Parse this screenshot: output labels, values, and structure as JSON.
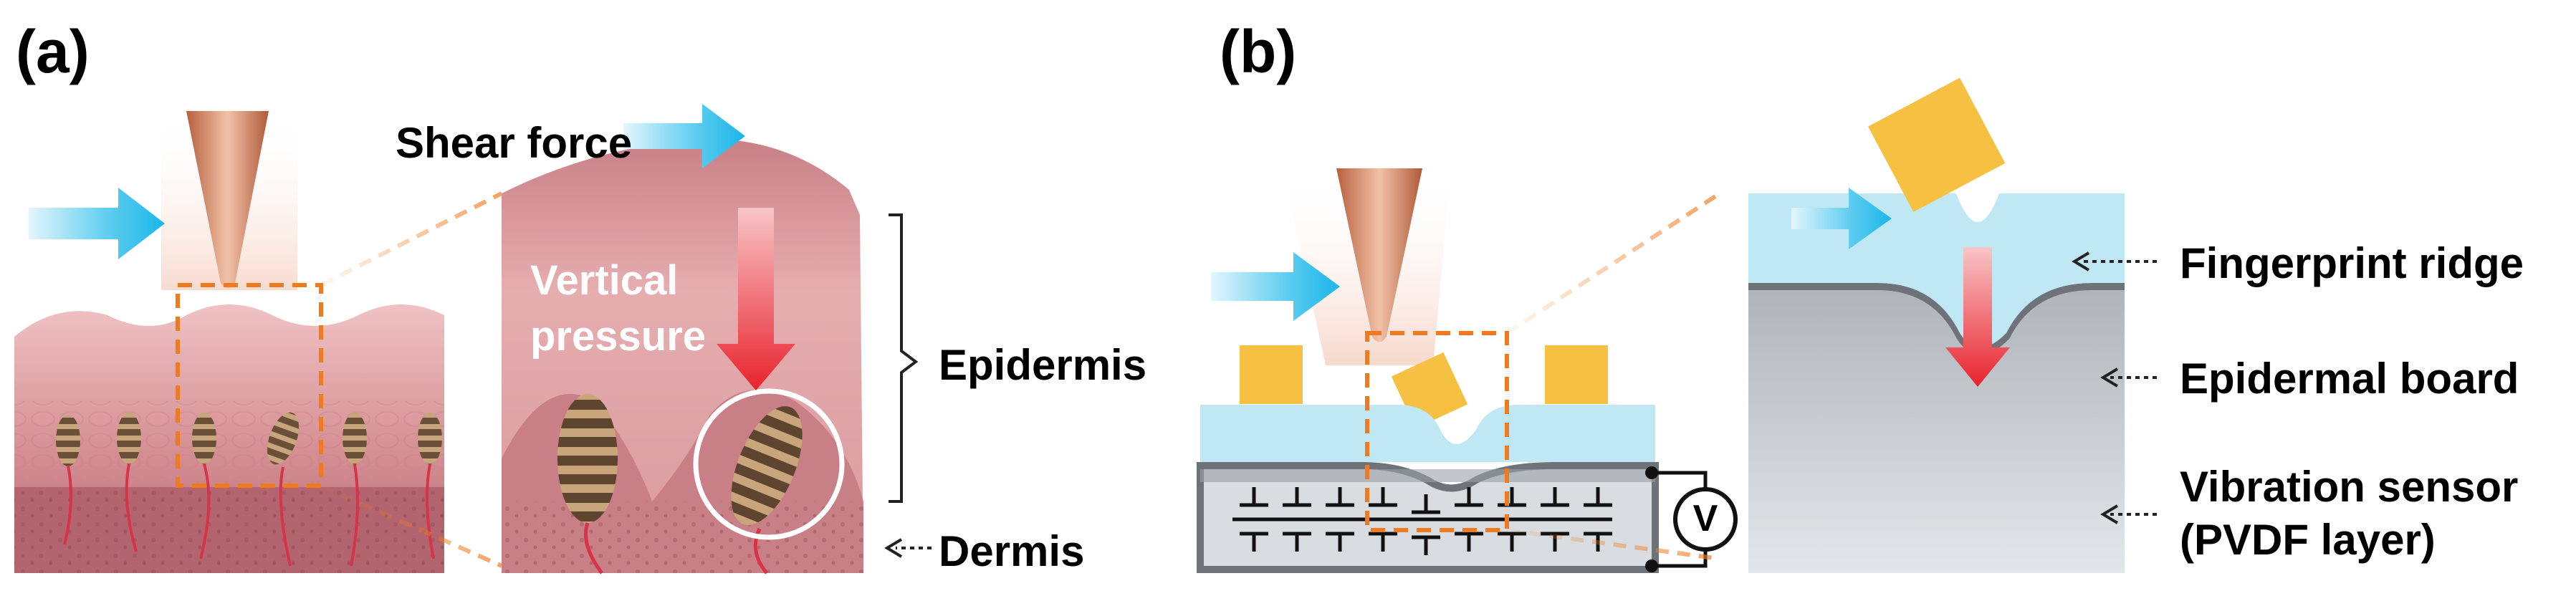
{
  "panels": {
    "a": {
      "label": "(a)",
      "shear_force": "Shear force",
      "vertical_pressure_line1": "Vertical",
      "vertical_pressure_line2": "pressure",
      "epidermis": "Epidermis",
      "dermis": "Dermis"
    },
    "b": {
      "label": "(b)",
      "voltmeter": "V",
      "fingerprint_ridge": "Fingerprint ridge",
      "epidermal_board": "Epidermal board",
      "vibration_sensor_line1": "Vibration sensor",
      "vibration_sensor_line2": "(PVDF layer)"
    }
  },
  "colors": {
    "skin_epidermis": "#d9999b",
    "skin_dermis": "#b96f78",
    "nerve": "#d8334a",
    "arrow_blue": "#1ab6e8",
    "arrow_red": "#e8232d",
    "zoom_box": "#ee7b1f",
    "probe_copper": "#d98a68",
    "ridge_gold": "#f6c142",
    "epidermal_board": "#bfe8f4",
    "pvdf_layer": "#dde2e6"
  }
}
